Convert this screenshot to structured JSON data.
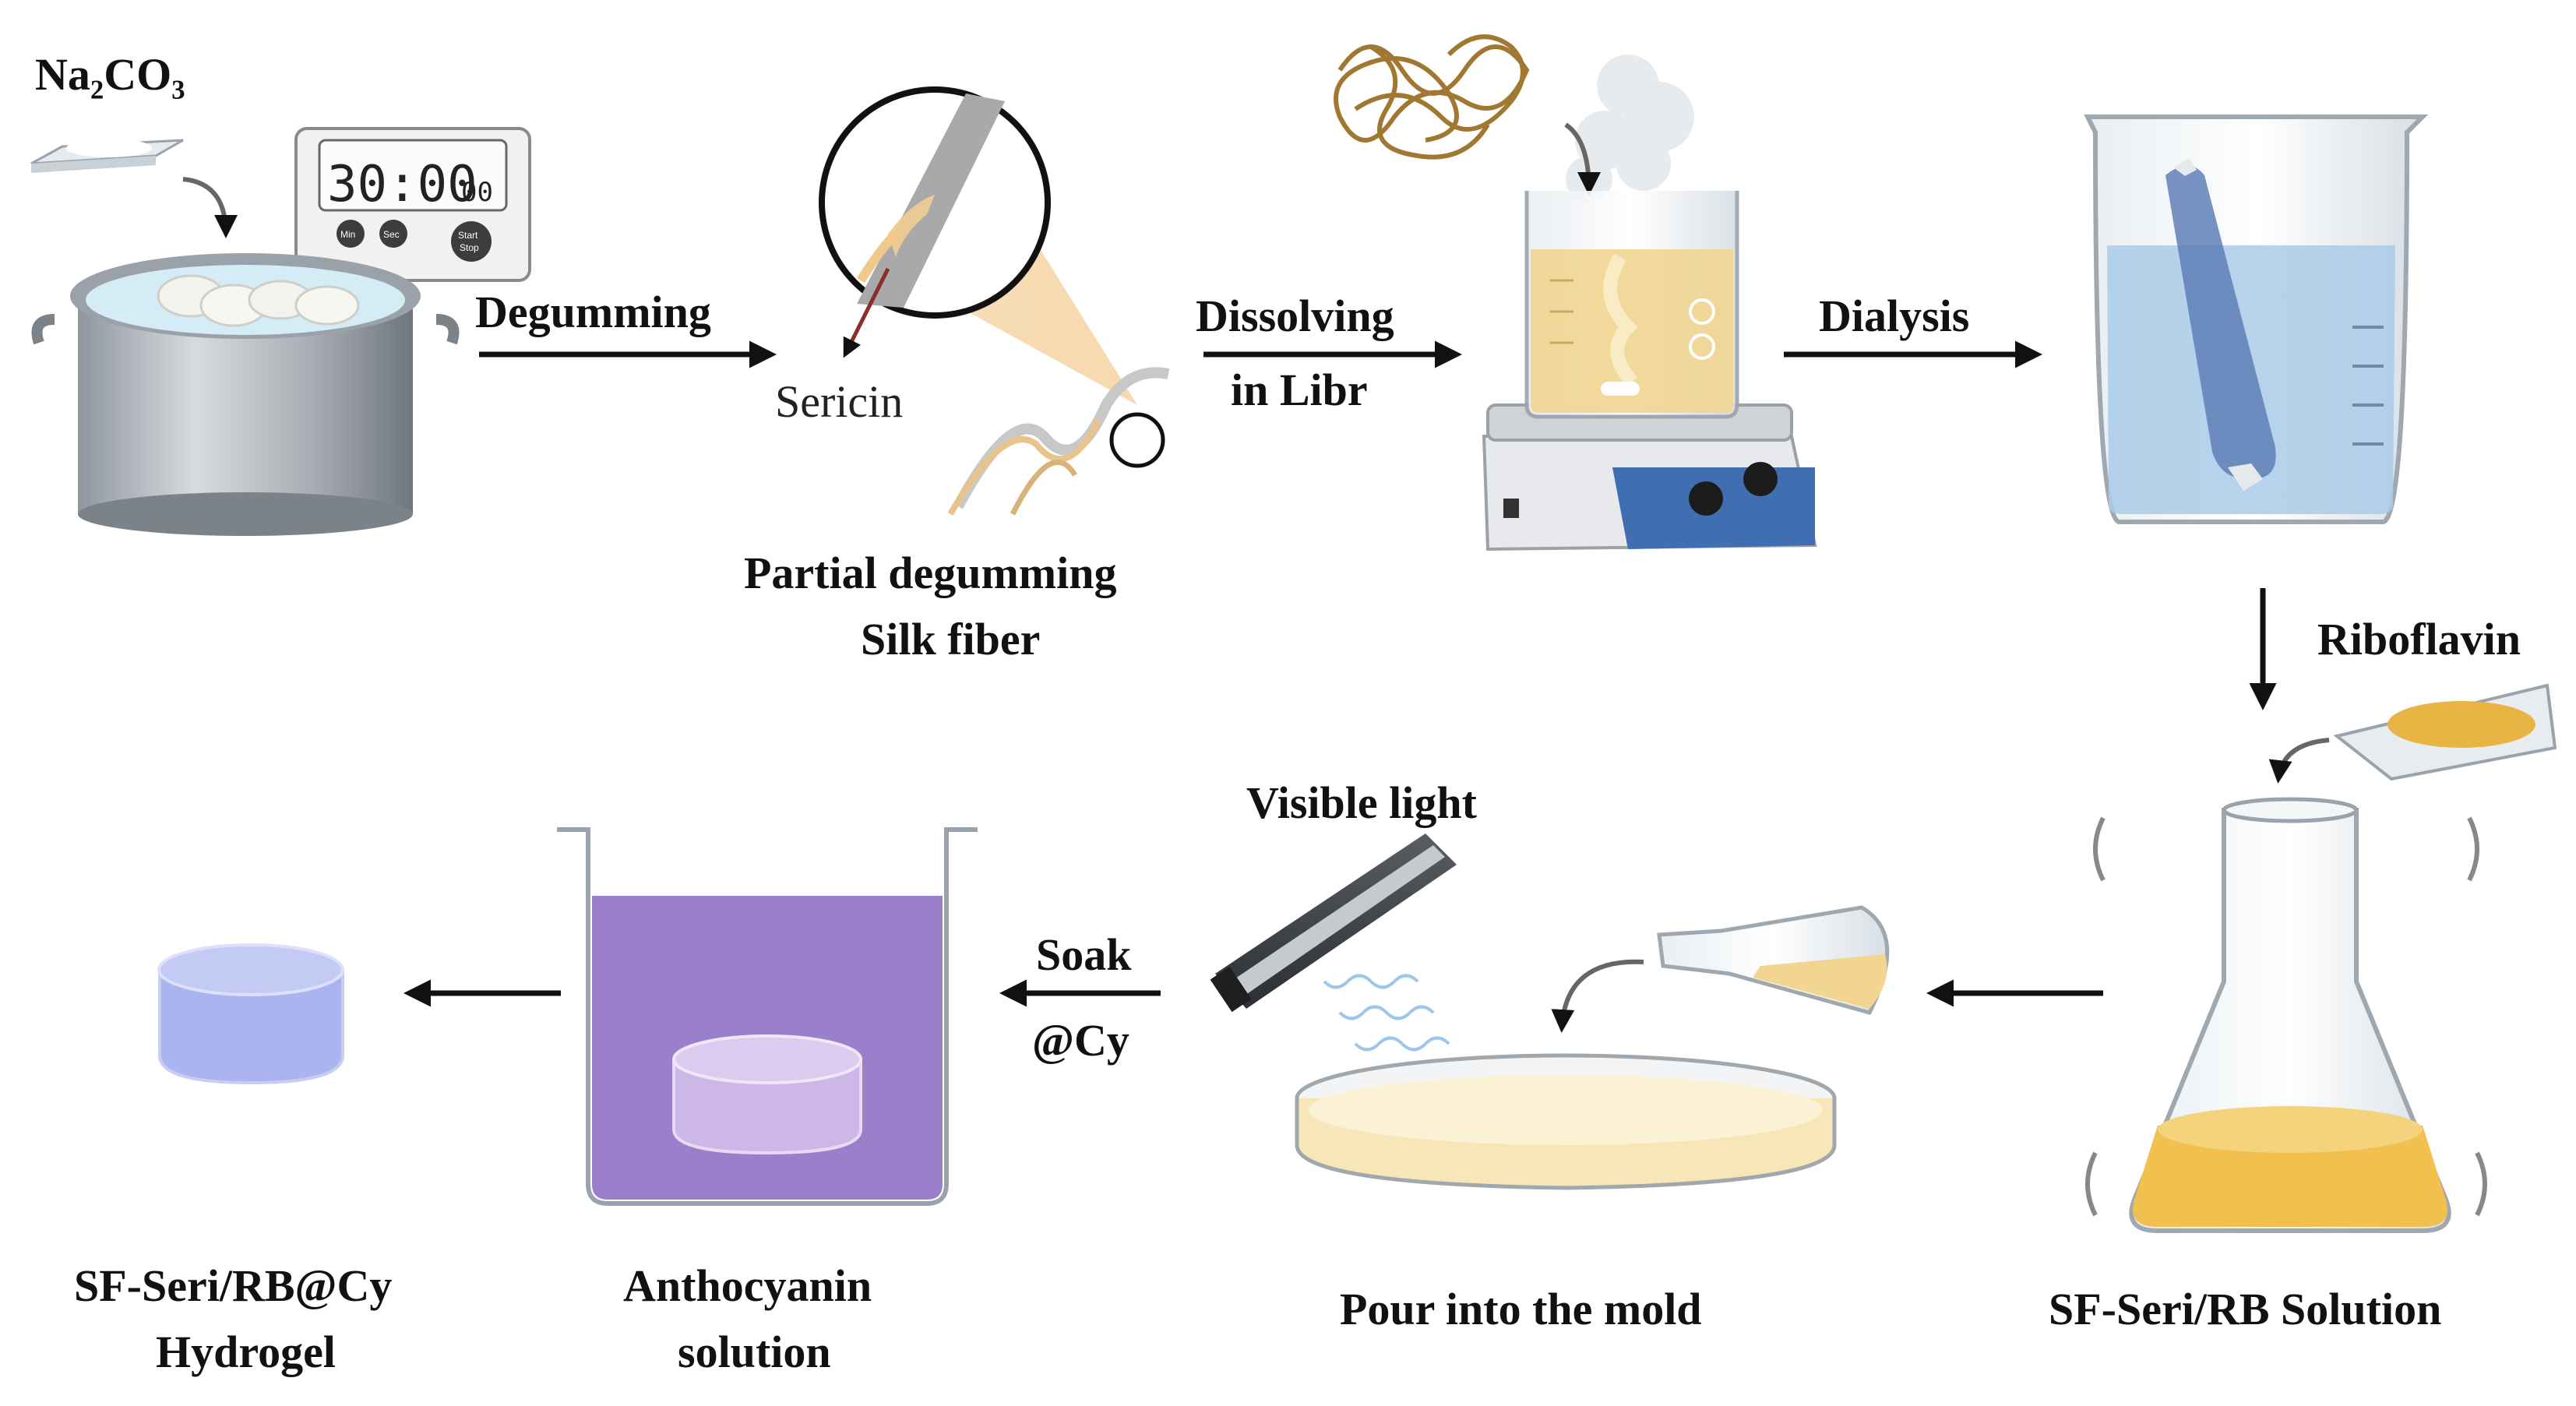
{
  "labels": {
    "na2co3": "Na₂CO₃",
    "degumming": "Degumming",
    "sericin": "Sericin",
    "partial_degumming": "Partial degumming",
    "silk_fiber": "Silk fiber",
    "dissolving": "Dissolving",
    "in_libr": "in Libr",
    "dialysis": "Dialysis",
    "riboflavin": "Riboflavin",
    "sf_seri_rb_solution": "SF-Seri/RB Solution",
    "pour_into_mold": "Pour into the mold",
    "visible_light": "Visible light",
    "soak": "Soak",
    "at_cy": "@Cy",
    "anthocyanin": "Anthocyanin",
    "solution": "solution",
    "hydrogel_name": "SF-Seri/RB@Cy",
    "hydrogel": "Hydrogel"
  },
  "timer": {
    "display": "30:00",
    "display_small": "00",
    "btn_min": "Min",
    "btn_sec": "Sec",
    "btn_start": "Start",
    "btn_stop": "Stop"
  },
  "colors": {
    "silk_yellow": "#f0d58a",
    "water_blue": "#a9cbe8",
    "anthocyanin_purple": "#9b7fca",
    "hydrogel_blue": "#aab4ee",
    "riboflavin_orange": "#e8b545",
    "arrow": "#111111"
  },
  "icons": [
    "pot-icon",
    "timer-icon",
    "powder-tray-icon",
    "magnifier-icon",
    "silk-fiber-icon",
    "silk-tangle-icon",
    "beaker-icon",
    "stirrer-icon",
    "dialysis-bag-icon",
    "erlenmeyer-flask-icon",
    "lamp-icon",
    "petri-dish-icon",
    "container-icon",
    "hydrogel-disc-icon"
  ]
}
